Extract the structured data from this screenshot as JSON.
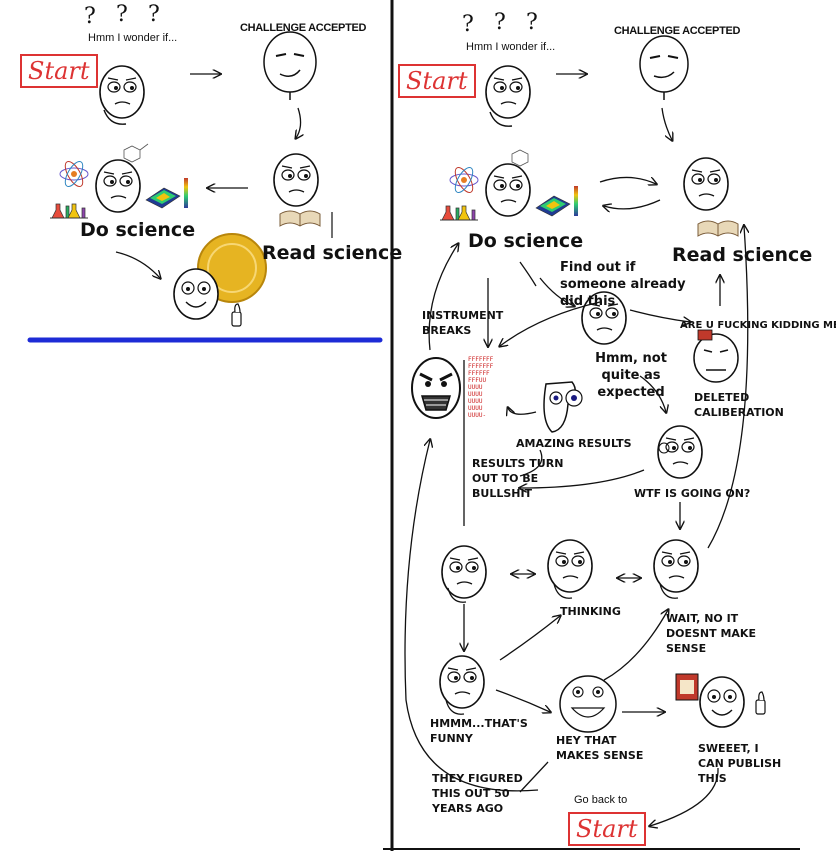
{
  "left_panel": {
    "question_marks": [
      "?",
      "?",
      "?"
    ],
    "thought": "Hmm I wonder if...",
    "challenge": "CHALLENGE ACCEPTED",
    "start": "Start",
    "do_science": "Do science",
    "read_science": "Read science"
  },
  "right_panel": {
    "question_marks": [
      "?",
      "?",
      "?"
    ],
    "thought": "Hmm I wonder if...",
    "challenge": "CHALLENGE ACCEPTED",
    "start": "Start",
    "do_science": "Do science",
    "read_science": "Read science",
    "find_out": "Find out if someone already did this",
    "instrument_breaks": "INSTRUMENT BREAKS",
    "rage_text": "FFFFFFF\nFFFFFFF\nFFFFFF\nFFFUU\nUUUU\nUUUU\nUUUU\nUUUU\nUUUU-",
    "are_u_kidding": "ARE U FUCKING KIDDING ME",
    "not_quite": "Hmm, not quite as expected",
    "deleted_calibration": "DELETED CALIBERATION",
    "amazing_results": "AMAZING RESULTS",
    "results_bullshit": "RESULTS TURN OUT TO BE BULLSHIT",
    "wtf": "WTF IS GOING ON?",
    "thinking": "THINKING",
    "wait_no": "WAIT, NO IT DOESNT MAKE SENSE",
    "hmmm_funny": "HMMM...THAT's FUNNY",
    "hey_makes_sense": "HEY THAT MAKES SENSE",
    "sweet_publish": "SWEEET, I CAN PUBLISH THIS",
    "figured_out": "THEY FIGURED THIS OUT 50 YEARS AGO",
    "go_back": "Go back to",
    "start_again": "Start"
  },
  "colors": {
    "divider_line": "#1d2bd6",
    "start_red": "#d33",
    "gold_coin": "#e6b422"
  },
  "icons": [
    "face-icon",
    "atom-icon",
    "flask-icon",
    "molecule-icon",
    "plot-icon",
    "book-icon",
    "coin-icon",
    "thumbs-up-icon"
  ]
}
